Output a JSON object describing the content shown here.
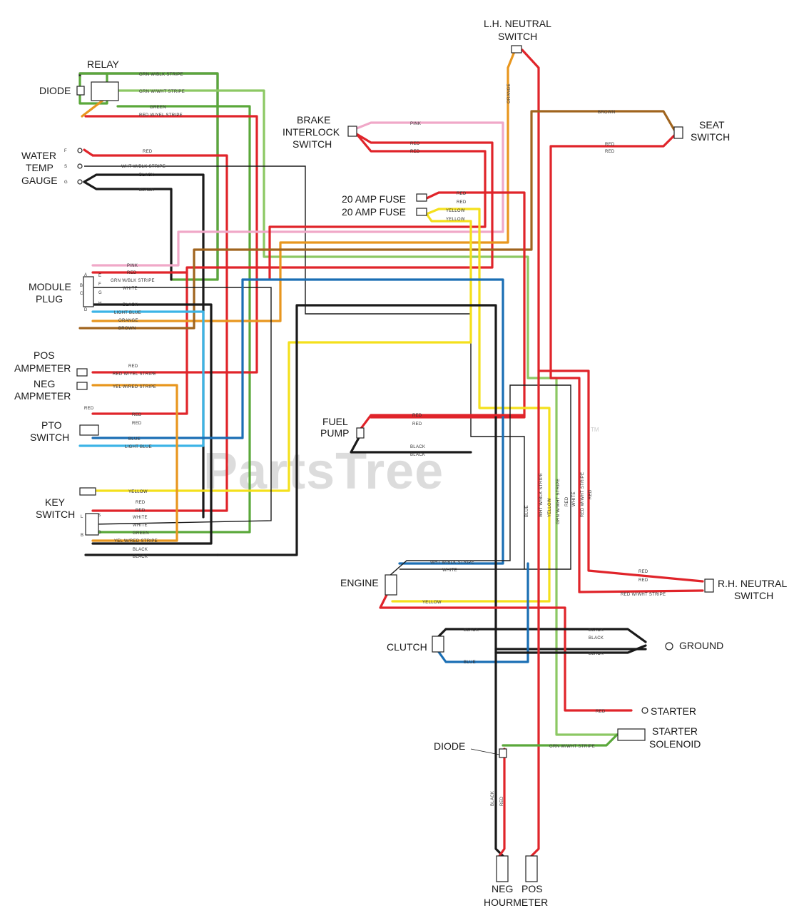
{
  "components": {
    "relay": "RELAY",
    "diode_top": "DIODE",
    "lh_neutral_1": "L.H. NEUTRAL",
    "lh_neutral_2": "SWITCH",
    "brake_1": "BRAKE",
    "brake_2": "INTERLOCK",
    "brake_3": "SWITCH",
    "seat_1": "SEAT",
    "seat_2": "SWITCH",
    "water_1": "WATER",
    "water_2": "TEMP",
    "water_3": "GAUGE",
    "fuse_1": "20 AMP FUSE",
    "fuse_2": "20 AMP FUSE",
    "module_1": "MODULE",
    "module_2": "PLUG",
    "pos_amp_1": "POS",
    "pos_amp_2": "AMPMETER",
    "neg_amp_1": "NEG",
    "neg_amp_2": "AMPMETER",
    "pto_1": "PTO",
    "pto_2": "SWITCH",
    "fuel_1": "FUEL",
    "fuel_2": "PUMP",
    "key_1": "KEY",
    "key_2": "SWITCH",
    "engine": "ENGINE",
    "rh_neutral_1": "R.H. NEUTRAL",
    "rh_neutral_2": "SWITCH",
    "clutch": "CLUTCH",
    "ground": "GROUND",
    "starter": "STARTER",
    "solenoid_1": "STARTER",
    "solenoid_2": "SOLENOID",
    "diode_bottom": "DIODE",
    "neg_hm": "NEG",
    "pos_hm": "POS",
    "hourmeter": "HOURMETER"
  },
  "terminals": {
    "water_f": "F",
    "water_s": "S",
    "water_g": "G",
    "pto_red": "RED",
    "module_a": "A",
    "module_b": "B",
    "module_c": "C",
    "module_d": "D",
    "module_e": "E",
    "module_f": "F",
    "module_g": "G",
    "module_h": "H",
    "key_l": "L",
    "key_b": "B",
    "key_g": "G",
    "key_s": "S"
  },
  "wire_labels": {
    "grn_blk": "GRN W/BLK STRIPE",
    "grn_wht": "GRN W/WHT STRIPE",
    "green": "GREEN",
    "red_yel": "RED W/YEL STRIPE",
    "orange": "ORANGE",
    "brown": "BROWN",
    "pink": "PINK",
    "red": "RED",
    "white": "WHITE",
    "wht_blk": "WHT W/BLK STRIPE",
    "black": "BLACK",
    "yellow": "YELLOW",
    "light_blue": "LIGHT BLUE",
    "blue": "BLUE",
    "yel_red": "YEL W/RED STRIPE",
    "red_wht": "RED W/WHT STRIPE"
  },
  "watermark": "PartsTree",
  "trademark": "TM",
  "colors": {
    "red": "#e0242a",
    "black": "#1a1a1a",
    "green": "#5aa83a",
    "light_green": "#8cc863",
    "yellow": "#f4e01c",
    "orange": "#e8961e",
    "brown": "#a0641e",
    "pink": "#f0a8c8",
    "blue": "#1a6eb4",
    "light_blue": "#3cb4e6"
  }
}
